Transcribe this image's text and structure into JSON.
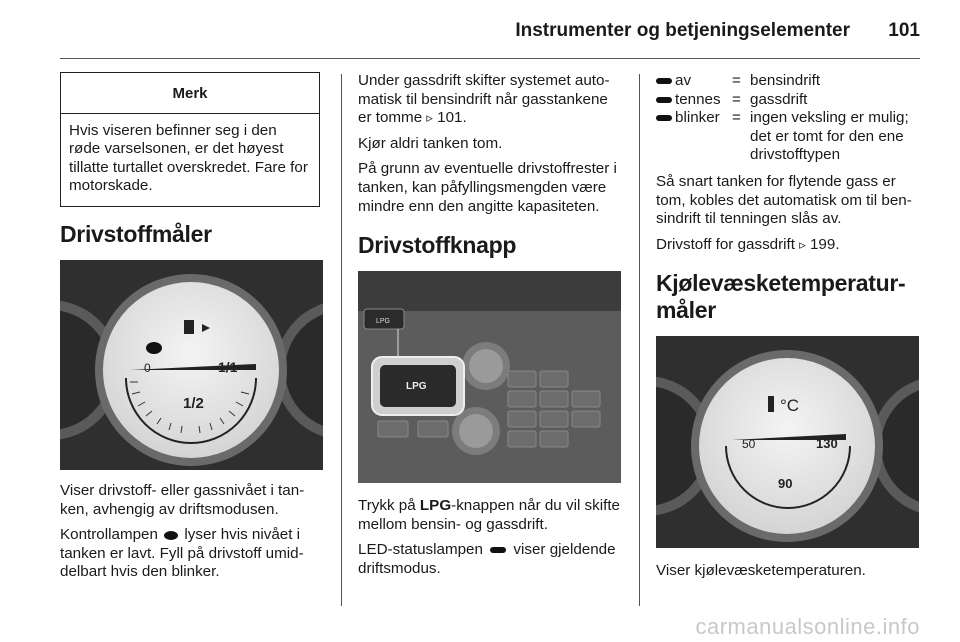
{
  "header": {
    "title": "Instrumenter og betjeningselementer",
    "page": "101"
  },
  "note": {
    "title": "Merk",
    "body": "Hvis viseren befinner seg i den røde varselsonen, er det høyest tillatte turtallet overskredet. Fare for motorskade."
  },
  "fuel_gauge": {
    "heading": "Drivstoffmåler",
    "image": {
      "labels": {
        "empty": "0",
        "half": "1/2",
        "full": "1/1"
      }
    },
    "p1": "Viser drivstoff- eller gassnivået i tan­ken, avhengig av driftsmodusen.",
    "p2_before": "Kontrollampen",
    "p2_after": "lyser hvis nivået i tanken er lavt. Fyll på drivstoff umid­delbart hvis den blinker."
  },
  "col2_top": {
    "p1_before": "Under gassdrift skifter systemet auto­matisk til bensindrift når gasstankene er tomme",
    "p1_ref": "101.",
    "p2": "Kjør aldri tanken tom.",
    "p3": "På grunn av eventuelle drivstoffrester i tanken, kan påfyllingsmengden være mindre enn den angitte kapasi­teten."
  },
  "fuel_button": {
    "heading": "Drivstoffknapp",
    "image": {
      "labels": {
        "button_small": "LPG",
        "button_large": "LPG"
      }
    },
    "p1_before": "Trykk på",
    "p1_bold": "LPG",
    "p1_after": "-knappen når du vil skifte mellom bensin- og gassdrift.",
    "p2_before": "LED-statuslampen",
    "p2_after": "viser gjel­dende driftsmodus."
  },
  "led_table": [
    {
      "state": "av",
      "eq": "=",
      "meaning": "bensindrift"
    },
    {
      "state": "tennes",
      "eq": "=",
      "meaning": "gassdrift"
    },
    {
      "state": "blinker",
      "eq": "=",
      "meaning": "ingen veksling er mu­lig; det er tomt for den ene drivstofftypen"
    }
  ],
  "col3": {
    "p1": "Så snart tanken for flytende gass er tom, kobles det automatisk om til ben­sindrift til tenningen slås av.",
    "p2_before": "Drivstoff for gassdrift",
    "p2_ref": "199."
  },
  "coolant": {
    "heading": "Kjølevæsketemperatur­måler",
    "image": {
      "labels": {
        "unit": "°C",
        "low": "50",
        "mid": "90",
        "high": "130"
      }
    },
    "p1": "Viser kjølevæsketemperaturen."
  },
  "watermark": "carmanualsonline.info"
}
